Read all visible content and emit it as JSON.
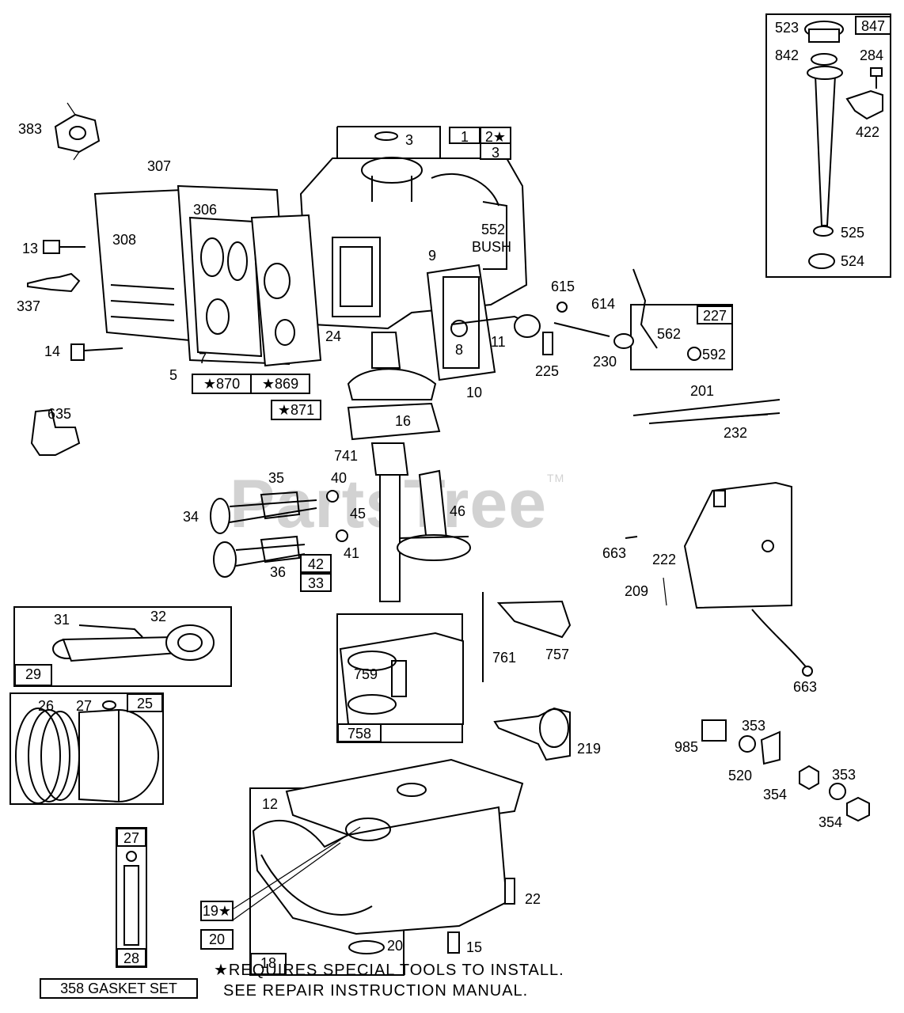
{
  "watermark": "PartsTree",
  "part_labels": {
    "p383": "383",
    "p307": "307",
    "p306": "306",
    "p308": "308",
    "p13": "13",
    "p337": "337",
    "p14": "14",
    "p5": "5",
    "p7": "7",
    "p635": "635",
    "p3": "3",
    "p552": "552",
    "bush": "BUSH",
    "p9": "9",
    "p8": "8",
    "p11": "11",
    "p10": "10",
    "p24": "24",
    "p16": "16",
    "p741": "741",
    "p615": "615",
    "p614": "614",
    "p225": "225",
    "p230": "230",
    "p562": "562",
    "p592": "592",
    "p201": "201",
    "p232": "232",
    "p523": "523",
    "p842": "842",
    "p284": "284",
    "p422": "422",
    "p525": "525",
    "p524": "524",
    "p35": "35",
    "p40": "40",
    "p34": "34",
    "p45": "45",
    "p46": "46",
    "p41": "41",
    "p36": "36",
    "p663a": "663",
    "p222": "222",
    "p209": "209",
    "p663b": "663",
    "p31": "31",
    "p32": "32",
    "p26": "26",
    "p27a": "27",
    "p761": "761",
    "p757": "757",
    "p759": "759",
    "p219": "219",
    "p985": "985",
    "p353a": "353",
    "p520": "520",
    "p354a": "354",
    "p353b": "353",
    "p354b": "354",
    "p12": "12",
    "p22": "22",
    "p15": "15",
    "p20b": "20"
  },
  "boxes": {
    "b1": "1",
    "b2": "2★",
    "b3": "3",
    "b847": "847",
    "b227": "227",
    "b870": "★870",
    "b869": "★869",
    "b871": "★871",
    "b42": "42",
    "b33": "33",
    "b29": "29",
    "b25": "25",
    "b758": "758",
    "b27": "27",
    "b28": "28",
    "b19": "19★",
    "b20": "20",
    "b18": "18",
    "b358": "358 GASKET SET"
  },
  "footnote": {
    "line1": "★REQUIRES SPECIAL TOOLS TO INSTALL.",
    "line2": "SEE REPAIR INSTRUCTION MANUAL."
  }
}
